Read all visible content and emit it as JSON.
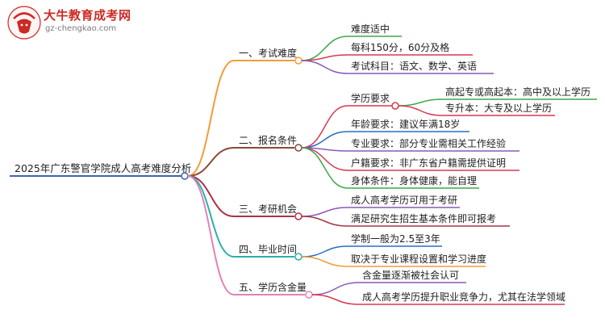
{
  "logo": {
    "brand": "大牛教育成考网",
    "url": "gz-chengkao.com"
  },
  "mindmap": {
    "root": "2025年广东警官学院成人高考难度分析",
    "branches": [
      {
        "label": "一、考试难度",
        "color": "#f39c3a",
        "items": [
          {
            "label": "难度适中",
            "color": "#3aa84a"
          },
          {
            "label": "每科150分，60分及格",
            "color": "#d8384d"
          },
          {
            "label": "考试科目：语文、数学、英语",
            "color": "#8a59b8"
          }
        ]
      },
      {
        "label": "二、报名条件",
        "color": "#8a4a3a",
        "items": [
          {
            "label": "学历要求",
            "color": "#d8384d",
            "children": [
              {
                "label": "高起专或高起本：高中及以上学历",
                "color": "#3aa84a"
              },
              {
                "label": "专升本：大专及以上学历",
                "color": "#d8384d"
              }
            ]
          },
          {
            "label": "年龄要求：建议年满18岁",
            "color": "#2a6fc0"
          },
          {
            "label": "专业要求：部分专业需相关工作经验",
            "color": "#8a59b8"
          },
          {
            "label": "户籍要求：非广东省户籍需提供证明",
            "color": "#d8384d"
          },
          {
            "label": "身体条件：身体健康，能自理",
            "color": "#3aa84a"
          }
        ]
      },
      {
        "label": "三、考研机会",
        "color": "#a8334a",
        "items": [
          {
            "label": "成人高考学历可用于考研",
            "color": "#8a59b8"
          },
          {
            "label": "满足研究生招生基本条件即可报考",
            "color": "#a8334a"
          }
        ]
      },
      {
        "label": "四、毕业时间",
        "color": "#2ab0a8",
        "items": [
          {
            "label": "学制一般为2.5至3年",
            "color": "#2a6fc0"
          },
          {
            "label": "取决于专业课程设置和学习进度",
            "color": "#f39c3a"
          }
        ]
      },
      {
        "label": "五、学历含金量",
        "color": "#e083b8",
        "items": [
          {
            "label": "含金量逐渐被社会认可",
            "color": "#8a59b8"
          },
          {
            "label": "成人高考学历提升职业竞争力，尤其在法学领域",
            "color": "#d8384d"
          }
        ]
      }
    ]
  }
}
